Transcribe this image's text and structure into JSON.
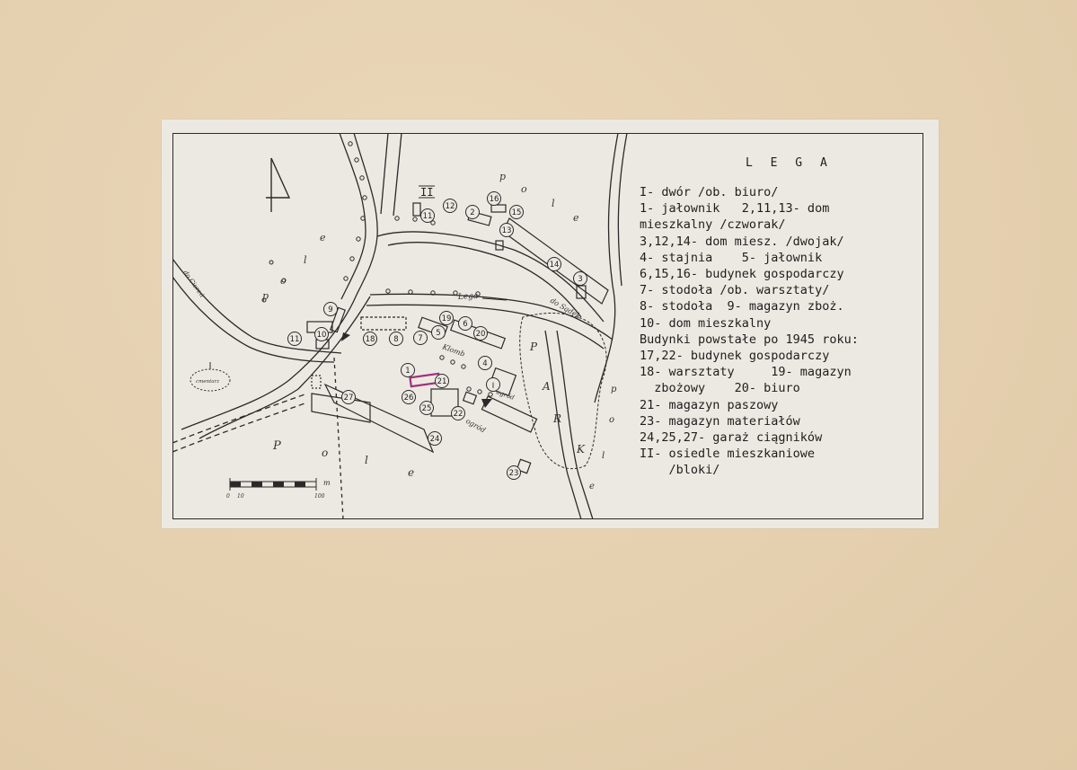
{
  "map": {
    "title": "L E G A",
    "legend": [
      "I- dwór /ob. biuro/",
      "1- jałownik   2,11,13- dom",
      "mieszkalny /czworak/",
      "3,12,14- dom miesz. /dwojak/",
      "4- stajnia    5- jałownik",
      "6,15,16- budynek gospodarczy",
      "7- stodoła /ob. warsztaty/",
      "8- stodoła  9- magazyn zboż.",
      "10- dom mieszkalny",
      "Budynki powstałe po 1945 roku:",
      "17,22- budynek gospodarczy",
      "18- warsztaty     19- magazyn",
      "  zbożowy    20- biuro",
      "21- magazyn paszowy",
      "23- magazyn materiałów",
      "24,25,27- garaż ciągników",
      "II- osiedle mieszkaniowe",
      "    /bloki/"
    ],
    "labels": {
      "road": "Lega",
      "to_sadek": "do Sądek",
      "to_west": "do Ciereń",
      "cemetery": "cmentarz",
      "bed": "Klomb",
      "garden1": "ogród",
      "garden2": "ogród",
      "park": [
        "P",
        "A",
        "R",
        "K"
      ],
      "pole_top": [
        "p",
        "o",
        "l",
        "e"
      ],
      "pole_left": [
        "p",
        "o",
        "l",
        "e"
      ],
      "pole_bottom": [
        "P",
        "o",
        "l",
        "e"
      ],
      "pole_right": [
        "p",
        "o",
        "l",
        "e"
      ],
      "osiedle": "II",
      "manor": "I"
    },
    "scale": {
      "t0": "0",
      "t1": "10",
      "t2": "100",
      "unit": "m"
    },
    "markers": [
      {
        "n": "1"
      },
      {
        "n": "2"
      },
      {
        "n": "3"
      },
      {
        "n": "4"
      },
      {
        "n": "5"
      },
      {
        "n": "6"
      },
      {
        "n": "7"
      },
      {
        "n": "8"
      },
      {
        "n": "9"
      },
      {
        "n": "10"
      },
      {
        "n": "11"
      },
      {
        "n": "11"
      },
      {
        "n": "12"
      },
      {
        "n": "13"
      },
      {
        "n": "14"
      },
      {
        "n": "15"
      },
      {
        "n": "16"
      },
      {
        "n": "18"
      },
      {
        "n": "19"
      },
      {
        "n": "20"
      },
      {
        "n": "21"
      },
      {
        "n": "22"
      },
      {
        "n": "23"
      },
      {
        "n": "24"
      },
      {
        "n": "25"
      },
      {
        "n": "26"
      },
      {
        "n": "27"
      }
    ],
    "highlight_color": "#a0307a",
    "ink_color": "#2a2a2a"
  }
}
